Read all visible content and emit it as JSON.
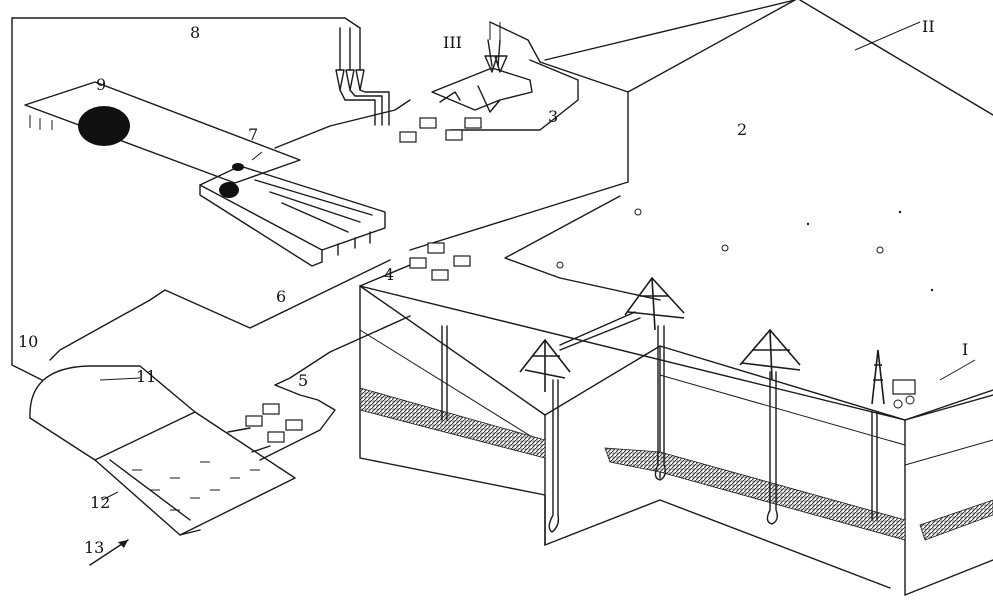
{
  "labels": {
    "l1": "I",
    "l2": "2",
    "l3": "3",
    "l4": "4",
    "l5": "5",
    "l6": "6",
    "l7": "7",
    "l8": "8",
    "l9": "9",
    "l10": "10",
    "l11": "11",
    "l12": "12",
    "l13": "13",
    "lII": "II",
    "lIII": "III"
  },
  "colors": {
    "ink": "#1a1a1a",
    "paper": "#ffffff",
    "hatch": "#555555"
  }
}
